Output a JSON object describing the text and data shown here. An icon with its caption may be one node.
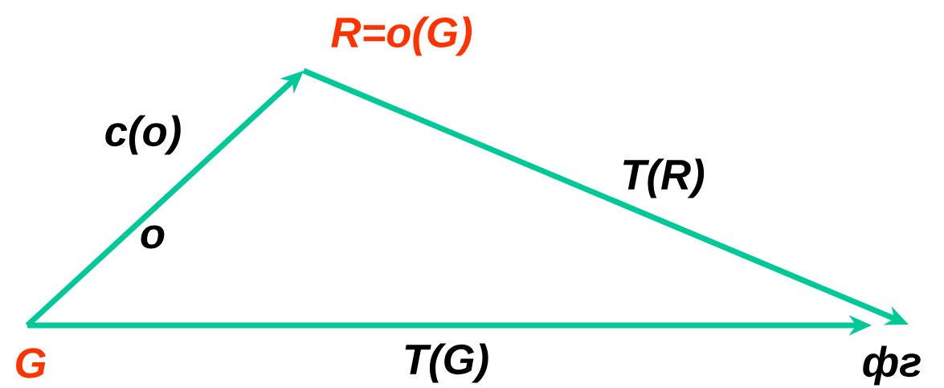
{
  "diagram": {
    "nodes": [
      {
        "text": [
          "G"
        ]
      },
      {
        "text": [
          "R=o(G)"
        ]
      },
      {
        "text": [
          "фг"
        ]
      }
    ],
    "edges": [
      {
        "from": 0,
        "to": 1,
        "arrow": "to",
        "label": "c(o)"
      },
      {
        "from": 1,
        "to": 2,
        "arrow": "to",
        "label": "T(R)"
      },
      {
        "from": 0,
        "to": 2,
        "arrow": "to",
        "label": "T(G)"
      }
    ],
    "labels": [
      "o"
    ]
  }
}
